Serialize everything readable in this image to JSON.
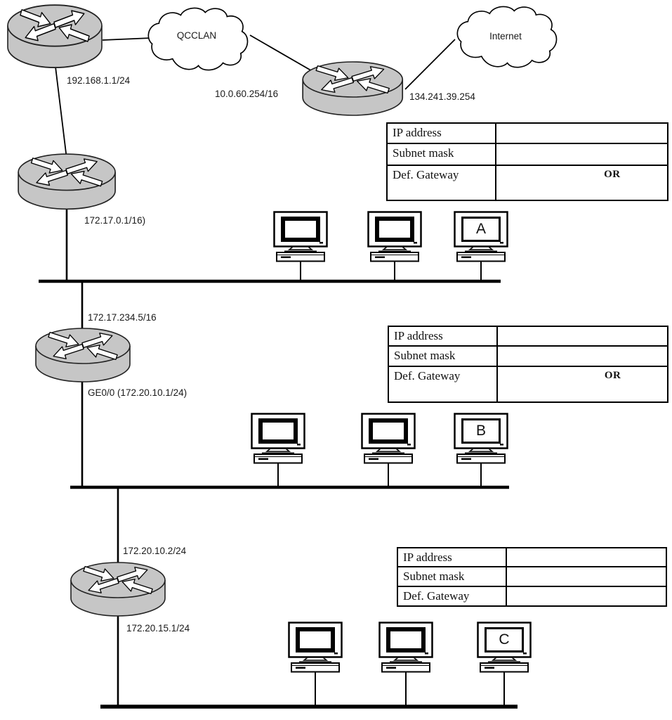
{
  "clouds": {
    "qcclan_label": "QCCLAN",
    "internet_label": "Internet"
  },
  "interface_labels": {
    "router1_lan": "192.168.1.1/24",
    "router2_wan_side": "10.0.60.254/16",
    "router2_internet_side": "134.241.39.254",
    "router3_uplink": "172.17.0.1/16)",
    "router4_uplink": "172.17.234.5/16",
    "router4_lan": "GE0/0 (172.20.10.1/24)",
    "router5_uplink": "172.20.10.2/24",
    "router5_lan": "172.20.15.1/24"
  },
  "hosts": {
    "a": "A",
    "b": "B",
    "c": "C"
  },
  "tables": [
    {
      "rows": [
        "IP address",
        "Subnet mask",
        "Def. Gateway"
      ],
      "or_label": "OR"
    },
    {
      "rows": [
        "IP address",
        "Subnet mask",
        "Def. Gateway"
      ],
      "or_label": "OR"
    },
    {
      "rows": [
        "IP address",
        "Subnet mask",
        "Def. Gateway"
      ]
    }
  ],
  "colors": {
    "router_fill": "#c6c6c6",
    "line": "#000000",
    "background": "#ffffff"
  }
}
